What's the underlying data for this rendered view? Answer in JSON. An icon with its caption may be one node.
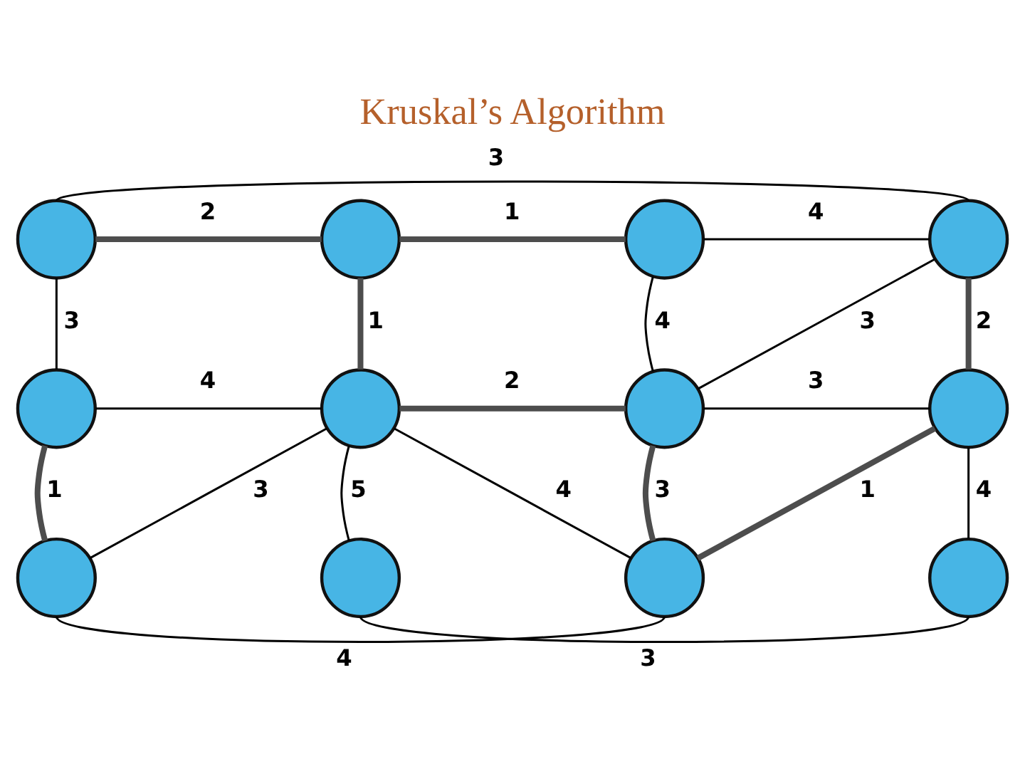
{
  "diagram": {
    "title": "Kruskal’s Algorithm",
    "nodes": [
      {
        "text": [],
        "shape": "circle"
      },
      {
        "text": [],
        "shape": "circle"
      },
      {
        "text": [],
        "shape": "circle"
      },
      {
        "text": [],
        "shape": "circle"
      },
      {
        "text": [],
        "shape": "circle"
      },
      {
        "text": [],
        "shape": "circle"
      },
      {
        "text": [],
        "shape": "circle"
      },
      {
        "text": [],
        "shape": "circle"
      },
      {
        "text": [],
        "shape": "circle"
      },
      {
        "text": [],
        "shape": "circle"
      },
      {
        "text": [],
        "shape": "circle"
      },
      {
        "text": [],
        "shape": "circle"
      }
    ],
    "edges": [
      {
        "from": 0,
        "to": 3,
        "arrow": "none",
        "label": "3"
      },
      {
        "from": 0,
        "to": 1,
        "arrow": "none",
        "label": "2",
        "style": "thick",
        "color": "#4d4d4d"
      },
      {
        "from": 1,
        "to": 2,
        "arrow": "none",
        "label": "1",
        "style": "thick",
        "color": "#4d4d4d"
      },
      {
        "from": 2,
        "to": 3,
        "arrow": "none",
        "label": "4"
      },
      {
        "from": 0,
        "to": 4,
        "arrow": "none",
        "label": "3"
      },
      {
        "from": 1,
        "to": 5,
        "arrow": "none",
        "label": "1",
        "style": "thick",
        "color": "#4d4d4d"
      },
      {
        "from": 2,
        "to": 6,
        "arrow": "none",
        "label": "4"
      },
      {
        "from": 3,
        "to": 6,
        "arrow": "none",
        "label": "3"
      },
      {
        "from": 3,
        "to": 7,
        "arrow": "none",
        "label": "2",
        "style": "thick",
        "color": "#4d4d4d"
      },
      {
        "from": 4,
        "to": 5,
        "arrow": "none",
        "label": "4"
      },
      {
        "from": 5,
        "to": 6,
        "arrow": "none",
        "label": "2",
        "style": "thick",
        "color": "#4d4d4d"
      },
      {
        "from": 6,
        "to": 7,
        "arrow": "none",
        "label": "3"
      },
      {
        "from": 4,
        "to": 8,
        "arrow": "none",
        "label": "1",
        "style": "thick",
        "color": "#4d4d4d"
      },
      {
        "from": 5,
        "to": 8,
        "arrow": "none",
        "label": "3"
      },
      {
        "from": 5,
        "to": 9,
        "arrow": "none",
        "label": "5"
      },
      {
        "from": 5,
        "to": 10,
        "arrow": "none",
        "label": "4"
      },
      {
        "from": 6,
        "to": 10,
        "arrow": "none",
        "label": "3",
        "style": "thick",
        "color": "#4d4d4d"
      },
      {
        "from": 7,
        "to": 10,
        "arrow": "none",
        "label": "1",
        "style": "thick",
        "color": "#4d4d4d"
      },
      {
        "from": 7,
        "to": 11,
        "arrow": "none",
        "label": "4"
      },
      {
        "from": 8,
        "to": 10,
        "arrow": "none",
        "label": "4"
      },
      {
        "from": 9,
        "to": 11,
        "arrow": "none",
        "label": "3"
      }
    ]
  }
}
